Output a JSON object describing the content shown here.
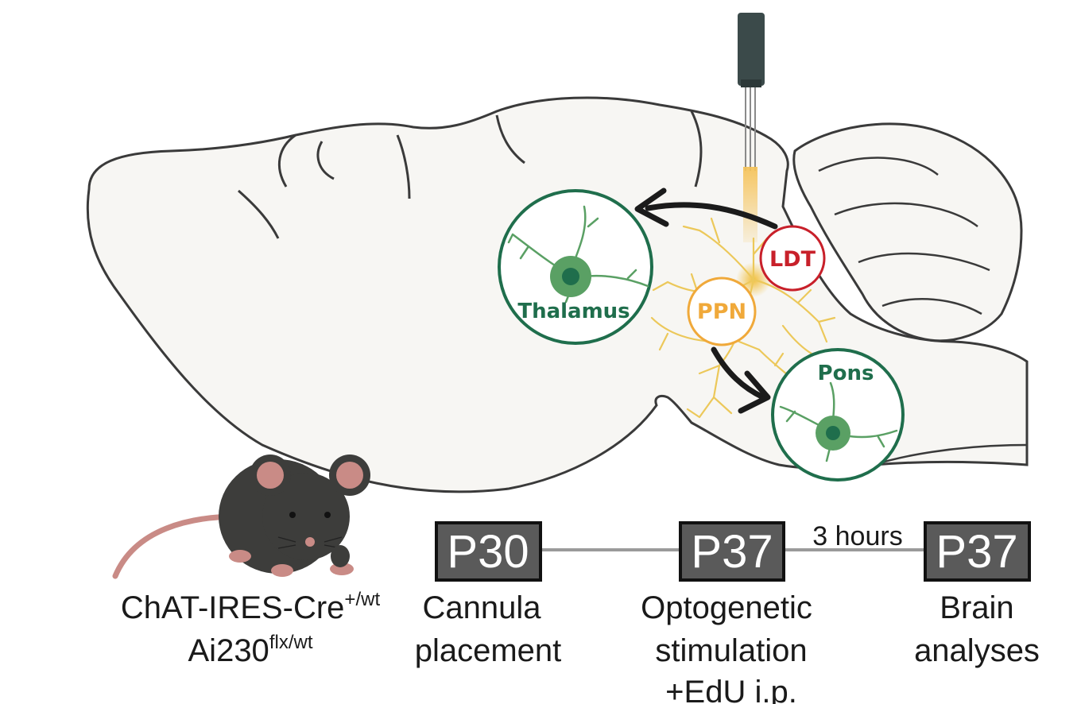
{
  "colors": {
    "brain_fill": "#f7f6f3",
    "brain_stroke": "#3a3a3a",
    "neuron_green": "#5aa064",
    "circle_green": "#1f6e4c",
    "ldt_red": "#c8202a",
    "ppn_orange": "#f0a93a",
    "axon_yellow": "#ecc85a",
    "box_fill": "#5a5a5a",
    "mouse_body": "#3d3d3b",
    "mouse_pink": "#c98b86"
  },
  "regions": {
    "thalamus": "Thalamus",
    "ldt": "LDT",
    "ppn": "PPN",
    "pons": "Pons"
  },
  "mouse": {
    "genotype_line1": "ChAT-IRES-Cre",
    "genotype_line1_sup": "+/wt",
    "genotype_line2": "Ai230",
    "genotype_line2_sup": "flx/wt"
  },
  "timeline": {
    "interval_label": "3 hours",
    "steps": [
      {
        "label": "P30",
        "caption": [
          "Cannula",
          "placement"
        ]
      },
      {
        "label": "P37",
        "caption": [
          "Optogenetic",
          "stimulation",
          "+EdU i.p."
        ]
      },
      {
        "label": "P37",
        "caption": [
          "Brain",
          "analyses"
        ]
      }
    ]
  },
  "icons": [
    "optic-fiber-cannula-icon",
    "mouse-icon",
    "neuron-icon",
    "arrow-icon"
  ]
}
